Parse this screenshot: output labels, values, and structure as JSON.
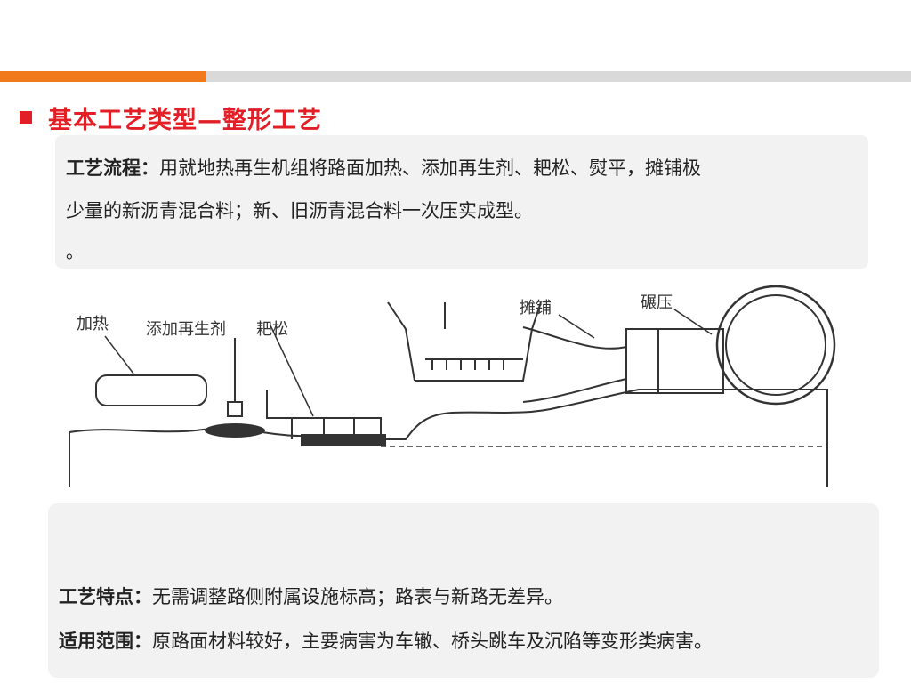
{
  "slide": {
    "title": "基本工艺类型—整形工艺",
    "process": {
      "label": "工艺流程：",
      "text_line1": "用就地热再生机组将路面加热、添加再生剂、耙松、熨平，摊铺极",
      "text_line2": "少量的新沥青混合料；新、旧沥青混合料一次压实成型。",
      "text_line3": "。"
    },
    "diagram": {
      "labels": {
        "heating": "加热",
        "add_agent": "添加再生剂",
        "scarify": "耙松",
        "paving": "摊铺",
        "rolling": "碾压"
      }
    },
    "features": {
      "label": "工艺特点：",
      "text": "无需调整路侧附属设施标高；路表与新路无差异。"
    },
    "applicable": {
      "label": "适用范围：",
      "text": "原路面材料较好，主要病害为车辙、桥头跳车及沉陷等变形类病害。"
    }
  },
  "colors": {
    "accent_orange": "#f07a1c",
    "title_red": "#e21f26",
    "box_gray": "#f2f2f2"
  }
}
